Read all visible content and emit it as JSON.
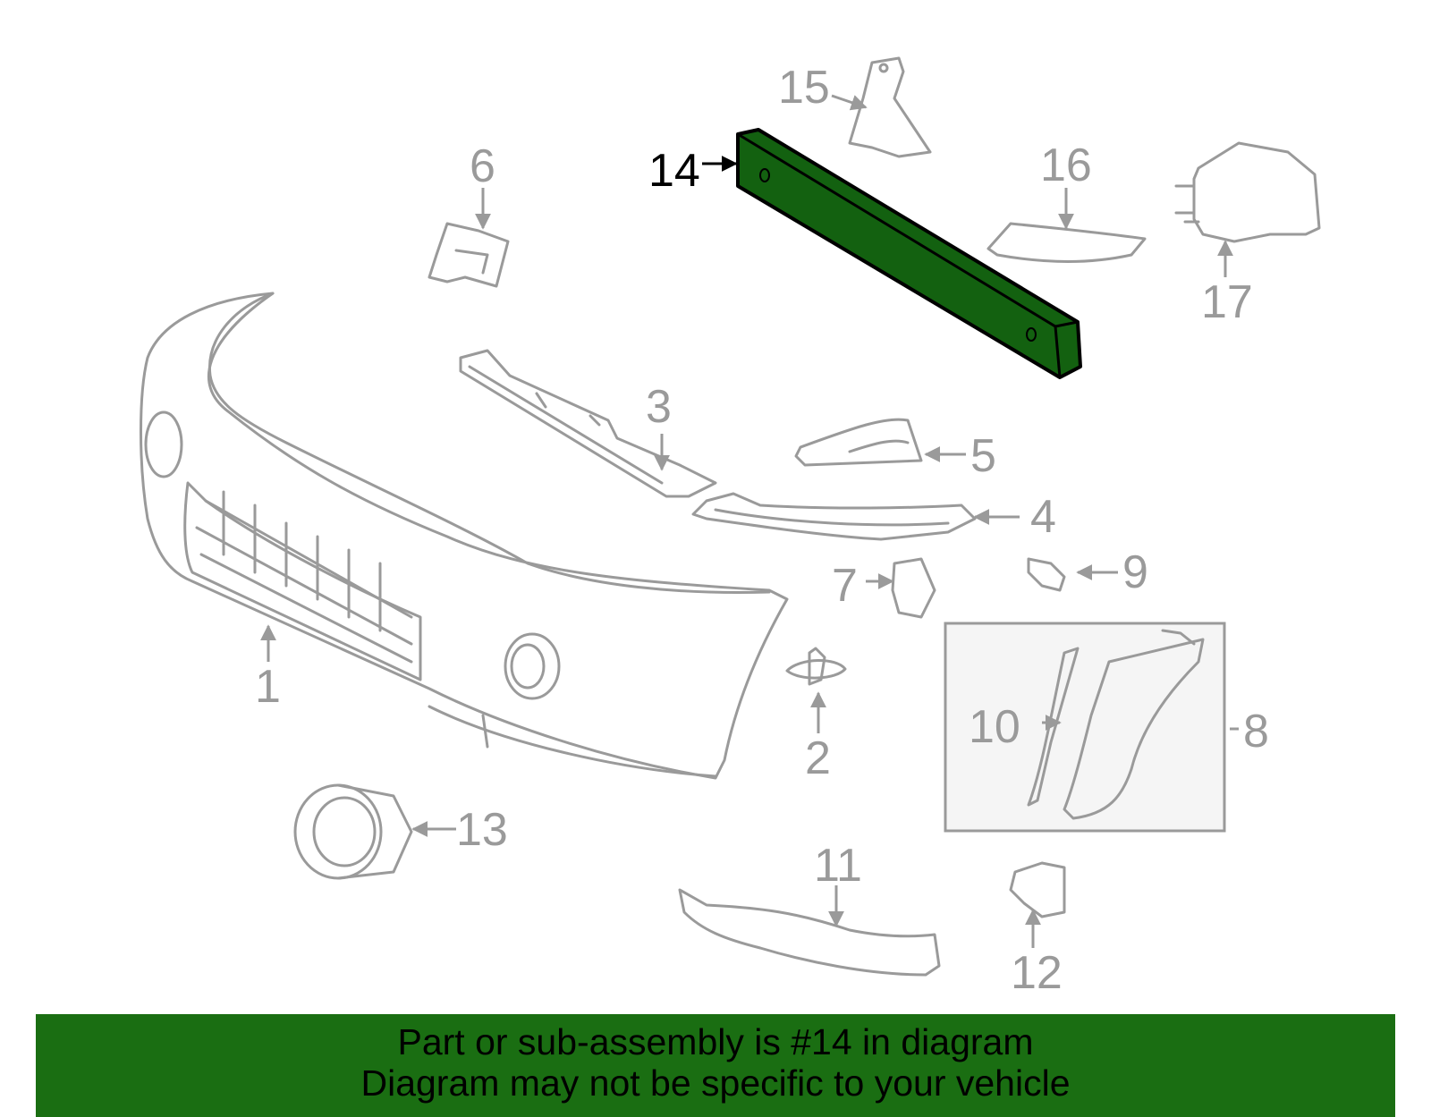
{
  "diagram": {
    "highlight_color": "#136110",
    "part_line_color": "#9a9a9a",
    "callouts": {
      "c1": "1",
      "c2": "2",
      "c3": "3",
      "c4": "4",
      "c5": "5",
      "c6": "6",
      "c7": "7",
      "c8": "8",
      "c9": "9",
      "c10": "10",
      "c11": "11",
      "c12": "12",
      "c13": "13",
      "c14": "14",
      "c15": "15",
      "c16": "16",
      "c17": "17"
    }
  },
  "banner": {
    "line1": "Part or sub-assembly is #14 in diagram",
    "line2": "Diagram may not be specific to your vehicle",
    "background": "#1a6e12"
  }
}
